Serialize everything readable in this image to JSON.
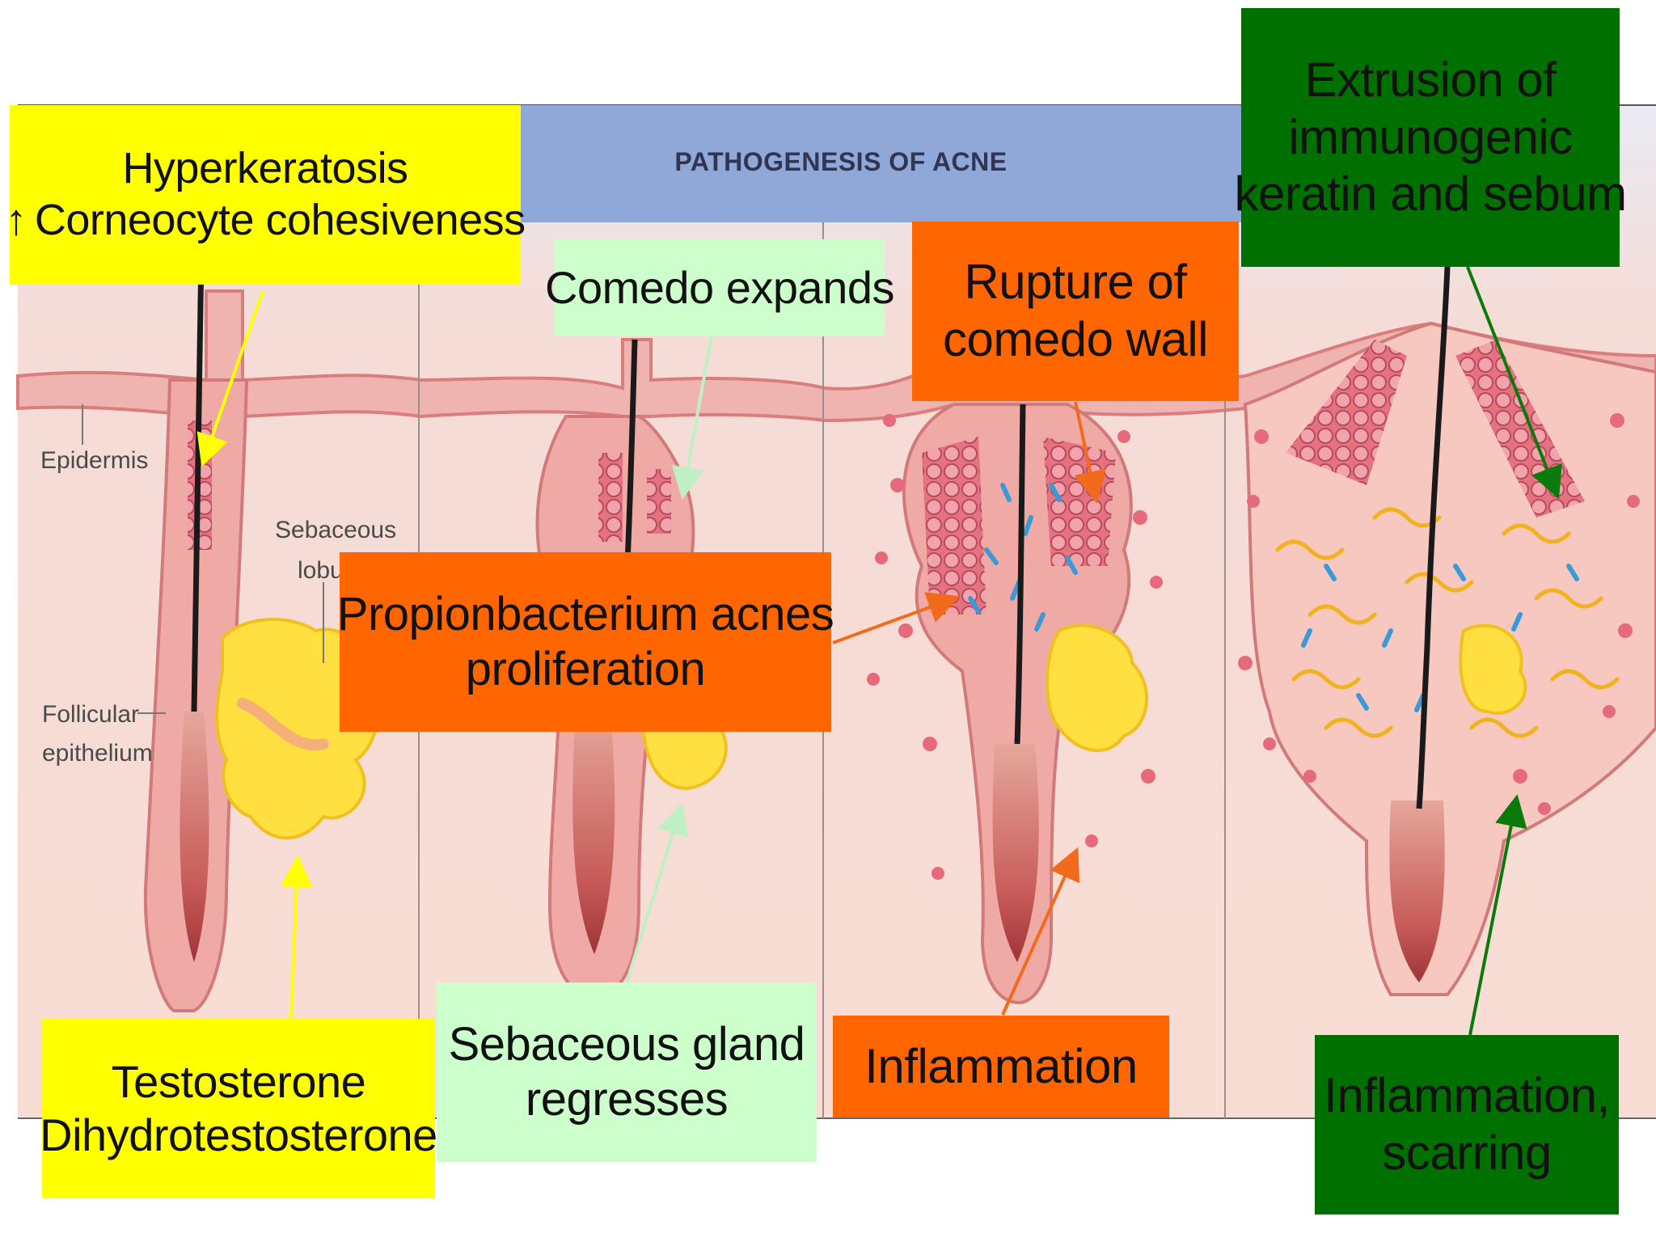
{
  "header": {
    "title": "PATHOGENESIS OF ACNE"
  },
  "tissue_labels": {
    "epidermis": "Epidermis",
    "sebaceous_1": "Sebaceous",
    "sebaceous_2": "lobul",
    "follicular_1": "Follicular",
    "follicular_2": "epithelium"
  },
  "callouts": {
    "hyperkeratosis": {
      "line1": "Hyperkeratosis",
      "arrow": "↑",
      "line2": "Corneocyte cohesiveness",
      "color": "#ffff00"
    },
    "testosterone": {
      "line1": "Testosterone",
      "line2": "Dihydrotestosterone",
      "color": "#ffff00"
    },
    "comedo_expands": {
      "text": "Comedo expands",
      "color": "#ccffcc"
    },
    "sebaceous_regresses": {
      "line1": "Sebaceous gland",
      "line2": "regresses",
      "color": "#ccffcc"
    },
    "propionbacterium": {
      "line1": "Propionbacterium acnes",
      "line2": "proliferation",
      "color": "#ff6600"
    },
    "rupture": {
      "line1": "Rupture of",
      "line2": "comedo wall",
      "color": "#ff6600"
    },
    "inflammation": {
      "text": "Inflammation",
      "color": "#ff6600"
    },
    "extrusion": {
      "line1": "Extrusion of",
      "line2": "immunogenic",
      "line3": "keratin and sebum",
      "color": "#007000"
    },
    "inflammation_scarring": {
      "line1": "Inflammation,",
      "line2": "scarring",
      "color": "#007000"
    }
  },
  "colors": {
    "header_band": "#8fa8d8",
    "skin_background": "#f7d8d0",
    "epidermis_band": "#f0b4b0",
    "follicle_wall": "#e89090",
    "sebum_yellow": "#ffe040",
    "bacteria_blue": "#3a9ad9"
  }
}
